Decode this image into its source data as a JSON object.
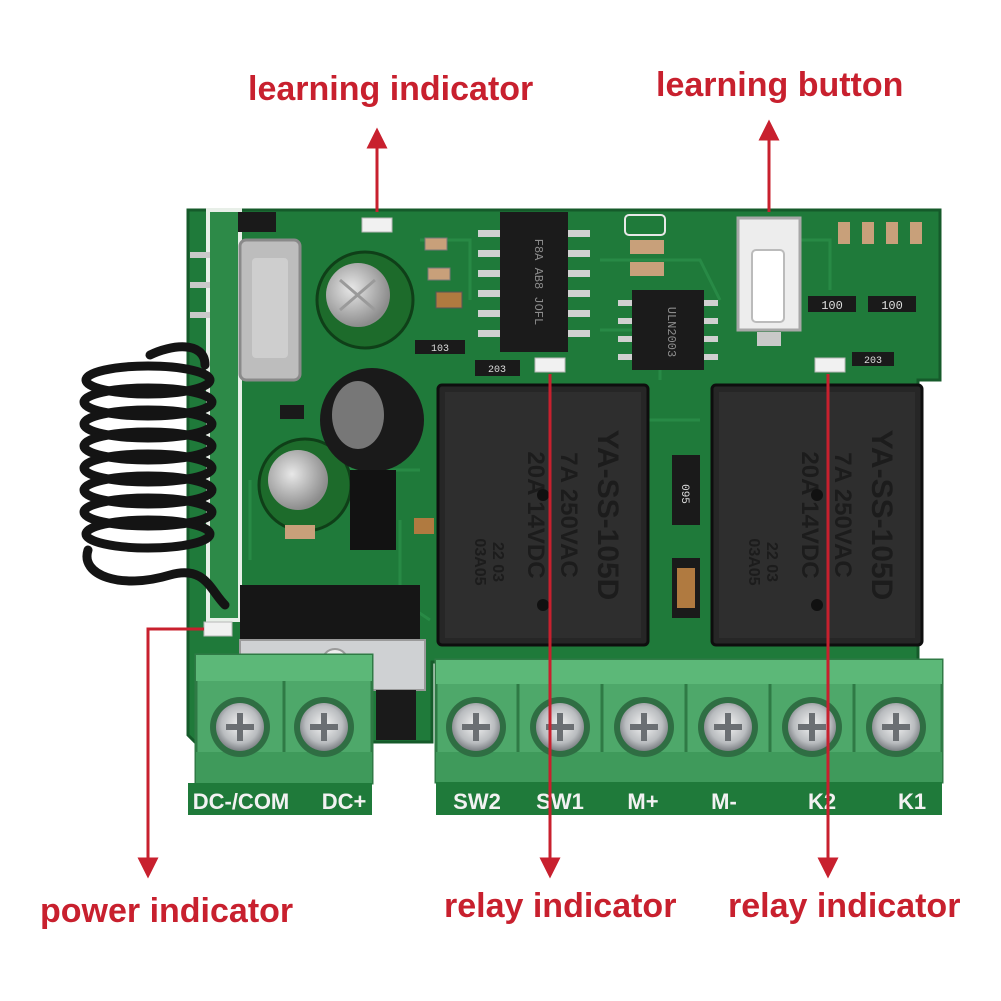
{
  "callouts": {
    "learning_indicator": "learning indicator",
    "learning_button": "learning button",
    "power_indicator": "power indicator",
    "relay_indicator_1": "relay indicator",
    "relay_indicator_2": "relay indicator"
  },
  "terminals": {
    "dc_minus_com": "DC-/COM",
    "dc_plus": "DC+",
    "sw2": "SW2",
    "sw1": "SW1",
    "m_plus": "M+",
    "m_minus": "M-",
    "k2": "K2",
    "k1": "K1"
  },
  "relay_left": {
    "model": "YA-SS-105D",
    "rating_ac": "7A 250VAC",
    "rating_dc": "20A 14VDC",
    "date_top": "22 03",
    "date_bottom": "03A05"
  },
  "relay_right": {
    "model": "YA-SS-105D",
    "rating_ac": "7A 250VAC",
    "rating_dc": "20A 14VDC",
    "date_top": "22 03",
    "date_bottom": "03A05"
  },
  "components": {
    "resistor_100_a": "100",
    "resistor_100_b": "100",
    "resistor_103": "103",
    "resistor_203_a": "203",
    "resistor_203_b": "203",
    "resistor_095": "095",
    "chip_uln": "ULN2003",
    "chip_main": "F8A AB8 JOFL"
  },
  "colors": {
    "pcb": "#1f7a3a",
    "terminal": "#4ea86a",
    "relay": "#2b2b2b",
    "callout": "#c8202e"
  }
}
